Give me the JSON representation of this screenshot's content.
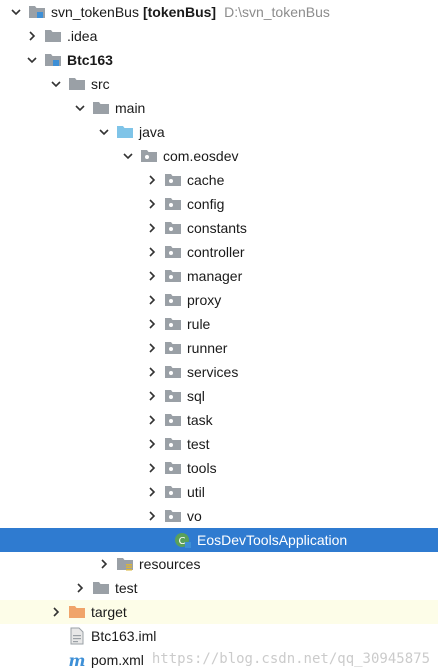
{
  "tree": {
    "root": {
      "name": "svn_tokenBus",
      "module": "[tokenBus]",
      "path": "D:\\svn_tokenBus"
    },
    "idea": ".idea",
    "module": "Btc163",
    "src": "src",
    "main": "main",
    "java": "java",
    "package": "com.eosdev",
    "subpackages": [
      "cache",
      "config",
      "constants",
      "controller",
      "manager",
      "proxy",
      "rule",
      "runner",
      "services",
      "sql",
      "task",
      "test",
      "tools",
      "util",
      "vo"
    ],
    "app_class": "EosDevToolsApplication",
    "resources": "resources",
    "test": "test",
    "target": "target",
    "iml": "Btc163.iml",
    "pom": "pom.xml"
  },
  "watermark": "https://blog.csdn.net/qq_30945875",
  "colors": {
    "selection": "#2f7bd0",
    "target_highlight": "#fdfde8",
    "folder": "#9aa0a6",
    "source_folder": "#7fc4e8",
    "target_folder": "#f0a46a"
  }
}
